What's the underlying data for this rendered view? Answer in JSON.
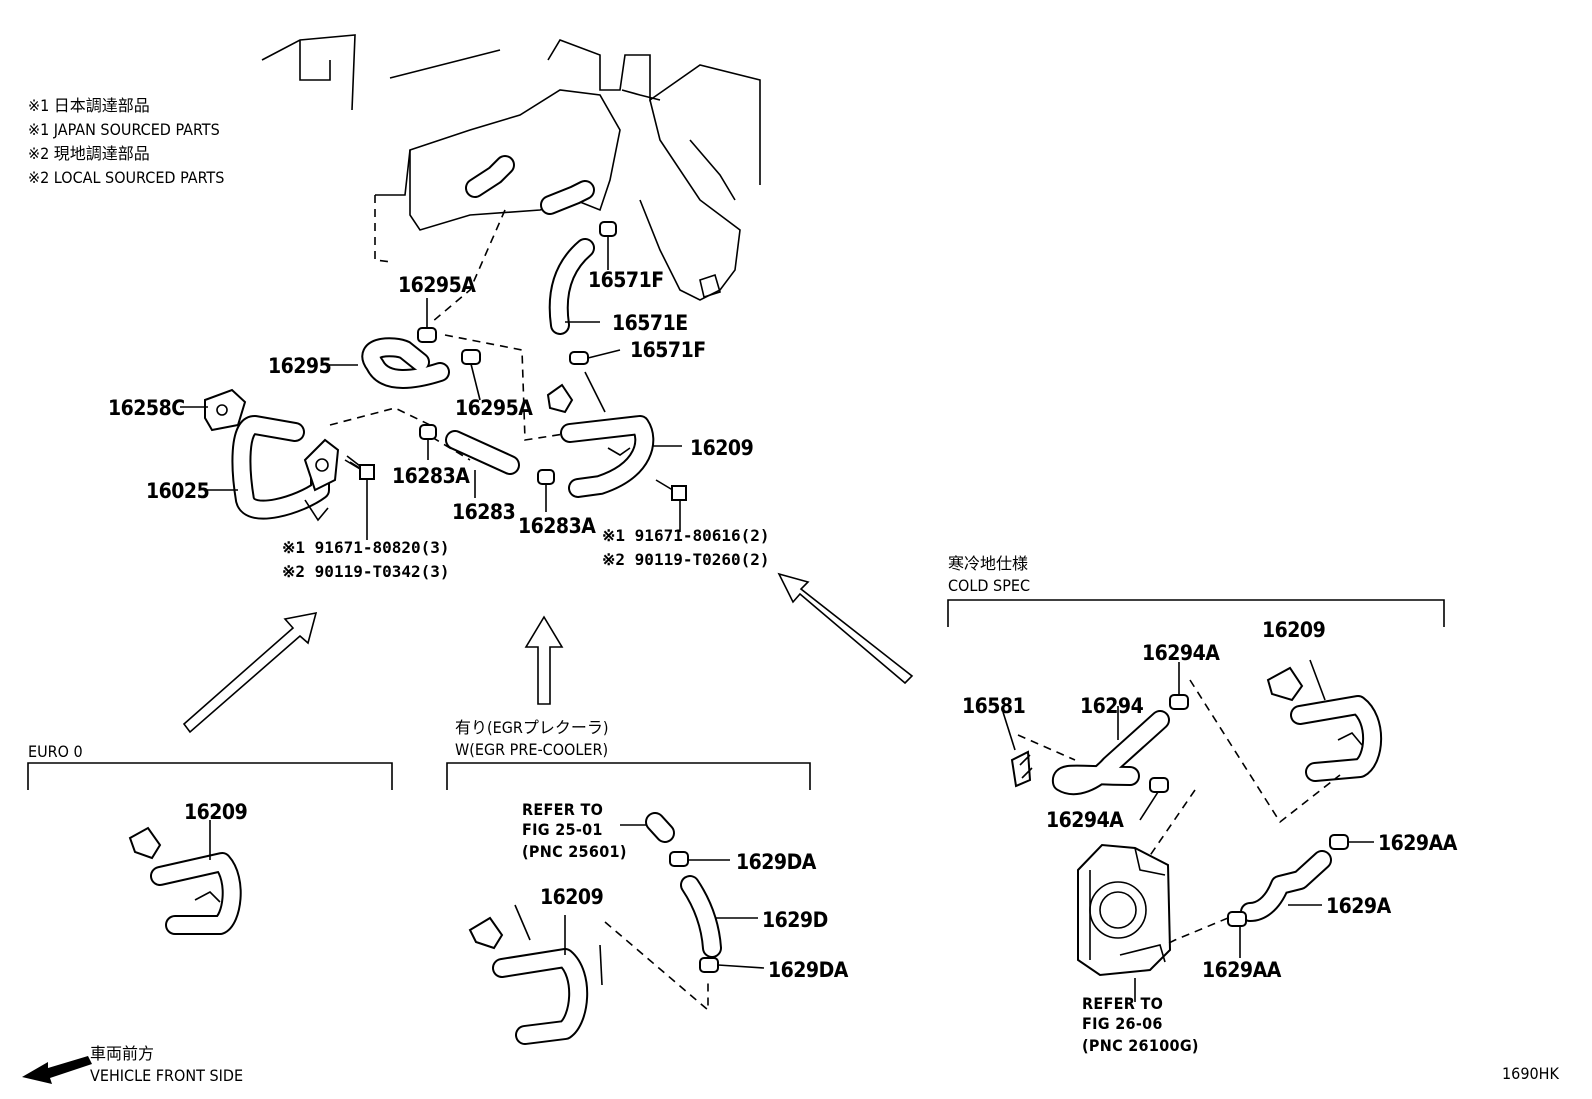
{
  "notes": {
    "n1_jp": "※1 日本調達部品",
    "n1_en": "※1 JAPAN SOURCED PARTS",
    "n2_jp": "※2 現地調達部品",
    "n2_en": "※2 LOCAL SOURCED PARTS"
  },
  "labels": {
    "p16295A_top": "16295A",
    "p16571F_top": "16571F",
    "p16571E": "16571E",
    "p16571F_bot": "16571F",
    "p16295": "16295",
    "p16295A_mid": "16295A",
    "p16258C": "16258C",
    "p16209_main": "16209",
    "p16025": "16025",
    "p16283A_left": "16283A",
    "p16283": "16283",
    "p16283A_right": "16283A",
    "bolt_left_1": "※1 91671-80820(3)",
    "bolt_left_2": "※2 90119-T0342(3)",
    "bolt_right_1": "※1 91671-80616(2)",
    "bolt_right_2": "※2 90119-T0260(2)"
  },
  "euro0": {
    "title": "EURO 0",
    "p16209": "16209"
  },
  "egr": {
    "title_jp": "有り(EGRプレクーラ)",
    "title_en": "W(EGR PRE-COOLER)",
    "refer_1": "REFER TO",
    "refer_2": "FIG 25-01",
    "refer_3": "(PNC 25601)",
    "p1629DA_top": "1629DA",
    "p16209": "16209",
    "p1629D": "1629D",
    "p1629DA_bot": "1629DA"
  },
  "cold": {
    "title_jp": "寒冷地仕様",
    "title_en": "COLD SPEC",
    "p16209": "16209",
    "p16294A_top": "16294A",
    "p16581": "16581",
    "p16294": "16294",
    "p16294A_bot": "16294A",
    "p1629AA_top": "1629AA",
    "p1629A": "1629A",
    "p1629AA_bot": "1629AA",
    "refer_1": "REFER TO",
    "refer_2": "FIG 26-06",
    "refer_3": "(PNC 26100G)"
  },
  "footer": {
    "front_jp": "車両前方",
    "front_en": "VEHICLE FRONT SIDE",
    "code": "1690HK"
  }
}
